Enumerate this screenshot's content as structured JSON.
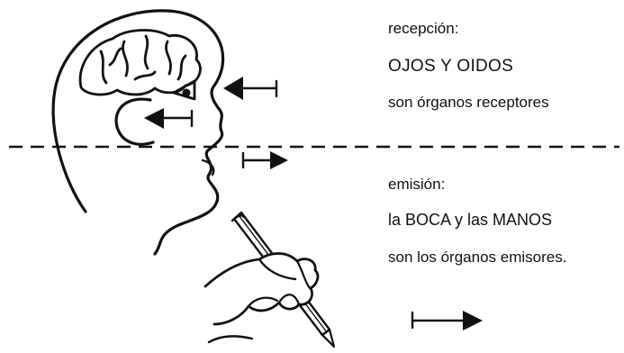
{
  "reception": {
    "title": "recepción:",
    "organs": "OJOS Y OIDOS",
    "description": "son órganos receptores"
  },
  "emission": {
    "title": "emisión:",
    "organs": "la BOCA y las MANOS",
    "description": "son los órganos emisores."
  },
  "icons": [
    "head-profile-icon",
    "brain-icon",
    "eye-icon",
    "ear-icon",
    "hand-with-pencil-icon",
    "arrow-icon"
  ],
  "colors": {
    "ink": "#111111",
    "background": "#ffffff"
  }
}
